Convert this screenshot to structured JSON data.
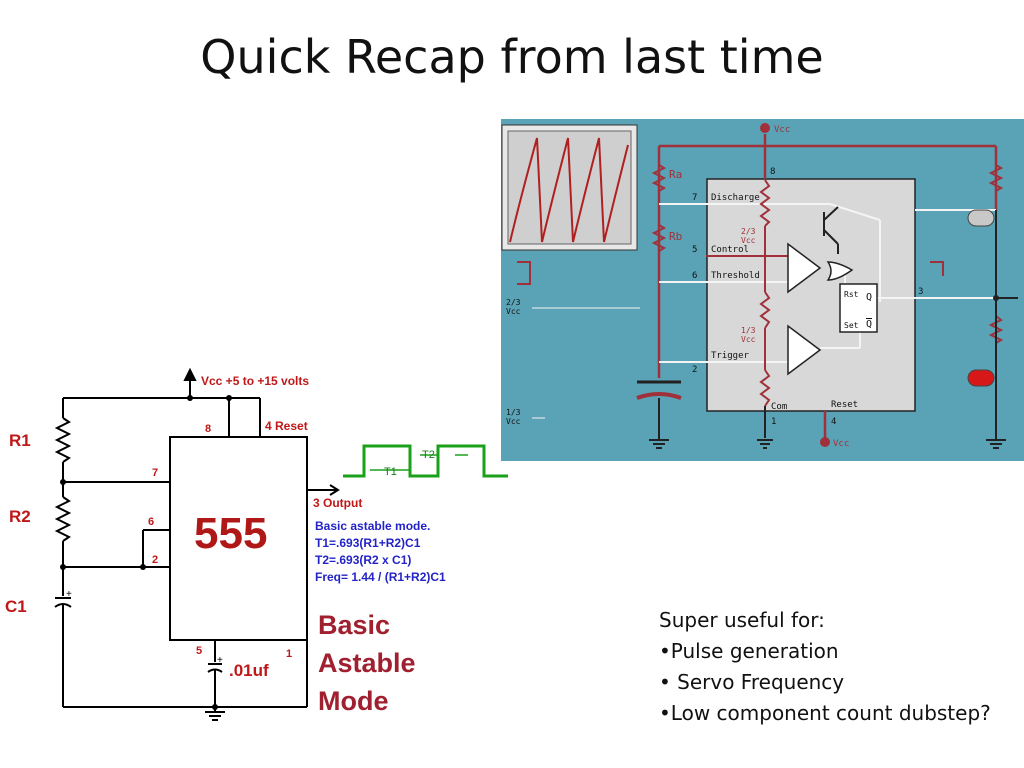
{
  "slide": {
    "title": "Quick Recap from last time"
  },
  "left_circuit": {
    "vcc_label": "Vcc +5 to +15 volts",
    "r1": "R1",
    "r2": "R2",
    "c1": "C1",
    "chip": "555",
    "pin8": "8",
    "pin7": "7",
    "pin6": "6",
    "pin2": "2",
    "pin5": "5",
    "pin1": "1",
    "reset": "4 Reset",
    "output": "3  Output",
    "cap_label": ".01uf",
    "t1": "T1",
    "t2": "T2",
    "formulas": [
      "Basic astable mode.",
      "T1=.693(R1+R2)C1",
      "T2=.693(R2 x C1)",
      "Freq= 1.44 / (R1+R2)C1"
    ],
    "mode_title": [
      "Basic",
      "Astable",
      "Mode"
    ]
  },
  "right_diagram": {
    "vcc_top": "Vcc",
    "vcc_bottom": "Vcc",
    "ra": "Ra",
    "rb": "Rb",
    "pin8": "8",
    "pin7": "7",
    "pin5": "5",
    "pin6": "6",
    "pin2": "2",
    "pin1": "1",
    "pin4": "4",
    "pin3": "3",
    "discharge": "Discharge",
    "control": "Control",
    "threshold": "Threshold",
    "trigger": "Trigger",
    "com": "Com",
    "reset": "Reset",
    "ref_23": [
      "2/3",
      "Vcc"
    ],
    "ref_13": [
      "1/3",
      "Vcc"
    ],
    "lvl_23": [
      "2/3",
      "Vcc"
    ],
    "lvl_13": [
      "1/3",
      "Vcc"
    ],
    "rst": "Rst",
    "set": "Set",
    "q": "Q",
    "qbar": "Q",
    "colors": {
      "background": "#5aa3b6",
      "box": "#d8d8d8",
      "wire_red": "#a0303a",
      "scope_bg": "#d4d4d4"
    }
  },
  "notes": {
    "heading": "Super useful for:",
    "items": [
      "•Pulse generation",
      "• Servo Frequency",
      "•Low component count dubstep?"
    ]
  }
}
